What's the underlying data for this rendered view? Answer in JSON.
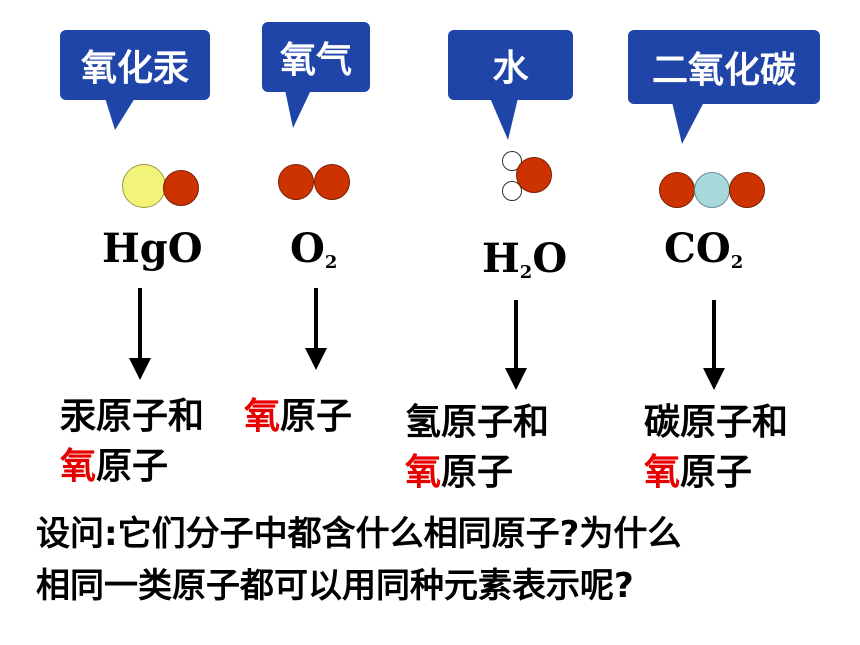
{
  "callouts": [
    "氧化汞",
    "氧气",
    "水",
    "二氧化碳"
  ],
  "formulas": {
    "hgo": "HgO",
    "o2": {
      "base": "O",
      "sub": "2"
    },
    "h2o": {
      "pre": "H",
      "sub": "2",
      "post": "O"
    },
    "co2": {
      "base": "CO",
      "sub": "2"
    }
  },
  "labels": {
    "hgo_line1": "汞原子和",
    "hgo_line2_hl": "氧",
    "hgo_line2": "原子",
    "o2_hl": "氧",
    "o2_rest": "原子",
    "h2o_line1": "氢原子和",
    "h2o_line2_hl": "氧",
    "h2o_line2": "原子",
    "co2_line1": "碳原子和",
    "co2_line2_hl": "氧",
    "co2_line2": "原子"
  },
  "question": {
    "line1": "设问:它们分子中都含什么相同原子?为什么",
    "line2": "相同一类原子都可以用同种元素表示呢?"
  },
  "colors": {
    "callout": "#1f45a8",
    "oxygen": "#cc3300",
    "mercury": "#f2f47a",
    "carbon": "#a8d8dc",
    "hydrogen": "#ffffff",
    "highlight": "#e60000"
  }
}
